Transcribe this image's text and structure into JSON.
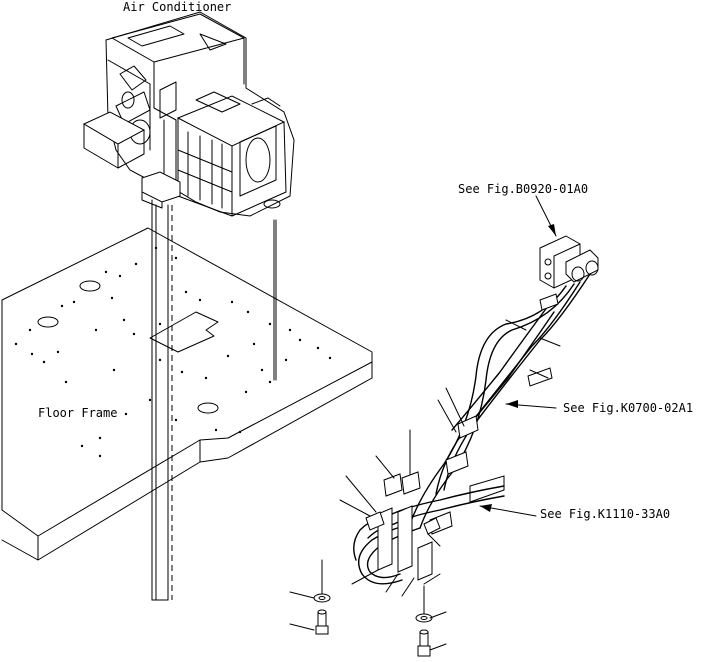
{
  "labels": {
    "air_conditioner": "Air Conditioner",
    "floor_frame": "Floor Frame",
    "see_fig_b0920": "See Fig.B0920-01A0",
    "see_fig_k0700": "See Fig.K0700-02A1",
    "see_fig_k1110": "See Fig.K1110-33A0"
  }
}
